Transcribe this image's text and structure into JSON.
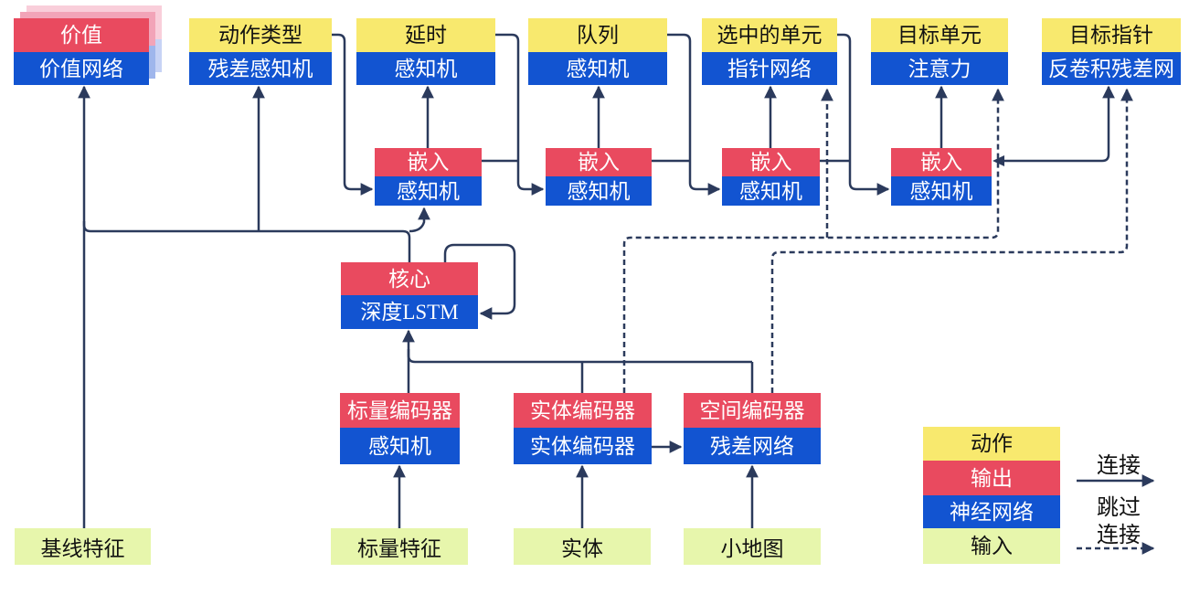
{
  "diagram": {
    "title_hint": "agent-architecture-flow",
    "heads": [
      {
        "id": "value",
        "action": "价值",
        "network": "价值网络"
      },
      {
        "id": "action-type",
        "action": "动作类型",
        "network": "残差感知机"
      },
      {
        "id": "delay",
        "action": "延时",
        "network": "感知机"
      },
      {
        "id": "queue",
        "action": "队列",
        "network": "感知机"
      },
      {
        "id": "selected-units",
        "action": "选中的单元",
        "network": "指针网络"
      },
      {
        "id": "target-unit",
        "action": "目标单元",
        "network": "注意力"
      },
      {
        "id": "target-pointer",
        "action": "目标指针",
        "network": "反卷积残差网"
      }
    ],
    "embeds": [
      {
        "output": "嵌入",
        "network": "感知机"
      },
      {
        "output": "嵌入",
        "network": "感知机"
      },
      {
        "output": "嵌入",
        "network": "感知机"
      },
      {
        "output": "嵌入",
        "network": "感知机"
      }
    ],
    "core": {
      "output": "核心",
      "network": "深度LSTM"
    },
    "encoders": [
      {
        "output": "标量编码器",
        "network": "感知机"
      },
      {
        "output": "实体编码器",
        "network": "实体编码器"
      },
      {
        "output": "空间编码器",
        "network": "残差网络"
      }
    ],
    "inputs": [
      "基线特征",
      "标量特征",
      "实体",
      "小地图"
    ],
    "legend": {
      "rows": [
        {
          "label": "动作",
          "type": "action"
        },
        {
          "label": "输出",
          "type": "output"
        },
        {
          "label": "神经网络",
          "type": "network"
        },
        {
          "label": "输入",
          "type": "input"
        }
      ],
      "solid_arrow_label": "连接",
      "dashed_arrow_label_line1": "跳过",
      "dashed_arrow_label_line2": "连接"
    },
    "colors": {
      "action": "#F8E96E",
      "output": "#E94A5F",
      "network": "#1254D1",
      "input": "#E7F6AC",
      "line": "#2B3A5C"
    }
  }
}
